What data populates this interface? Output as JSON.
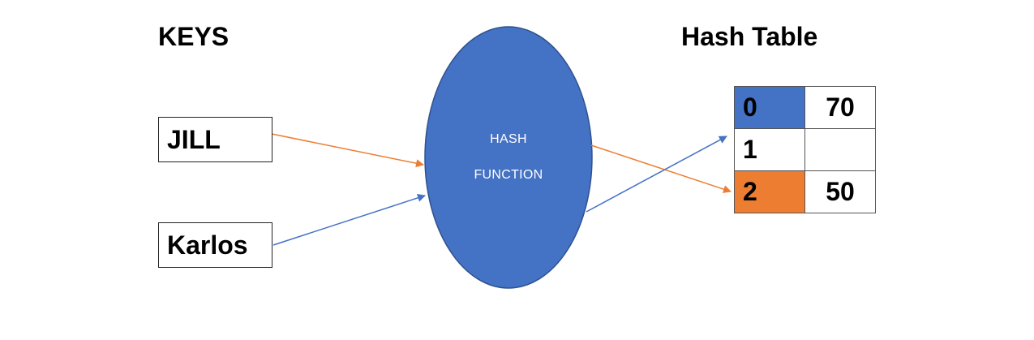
{
  "headings": {
    "keys": "KEYS",
    "hash_table": "Hash Table"
  },
  "keys": [
    {
      "label": "JILL",
      "arrow_color": "#ED7D31"
    },
    {
      "label": "Karlos",
      "arrow_color": "#4472C4"
    }
  ],
  "hash_function": {
    "line1": "HASH",
    "line2": "FUNCTION",
    "fill": "#4472C4"
  },
  "hash_table": {
    "rows": [
      {
        "index": "0",
        "value": "70",
        "highlight": "#4472C4"
      },
      {
        "index": "1",
        "value": "",
        "highlight": ""
      },
      {
        "index": "2",
        "value": "50",
        "highlight": "#ED7D31"
      }
    ]
  },
  "colors": {
    "orange": "#ED7D31",
    "blue": "#4472C4",
    "ellipse_stroke": "#2F528F"
  }
}
